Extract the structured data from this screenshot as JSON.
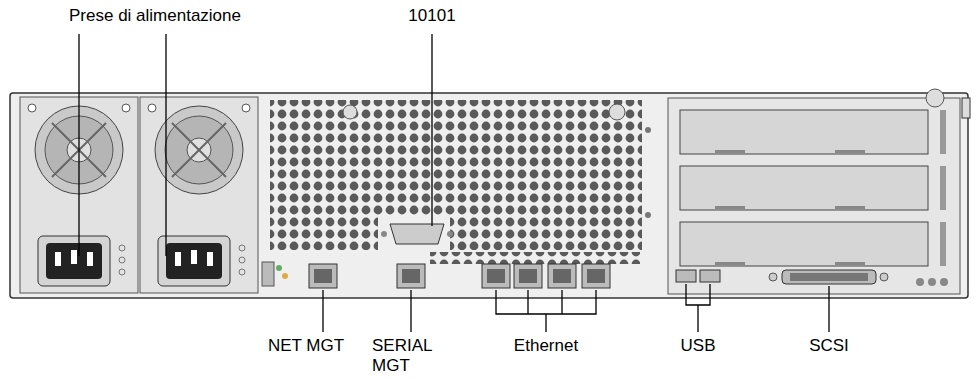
{
  "diagram": {
    "labels": [
      "Prese di alimentazione",
      "10101",
      "NET MGT",
      "SERIAL MGT",
      "Ethernet",
      "USB",
      "SCSI"
    ]
  }
}
